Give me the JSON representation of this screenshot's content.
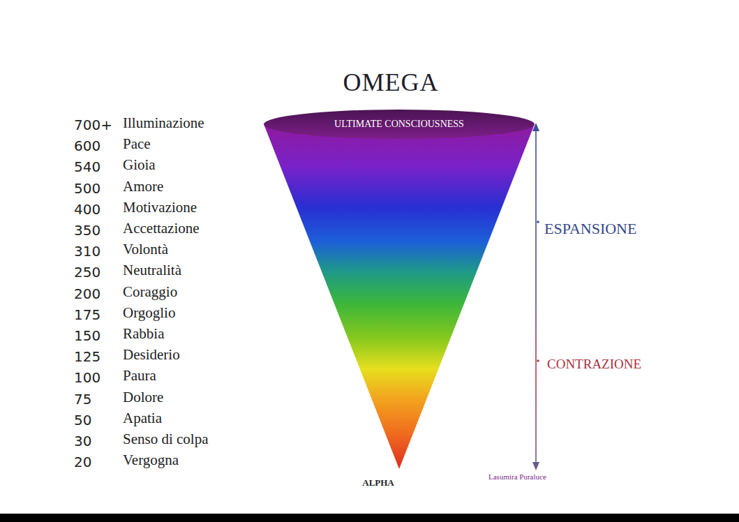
{
  "diagram": {
    "nodes": [
      {
        "text": [
          "ULTIMATE CONSCIOUSNESS"
        ]
      }
    ],
    "labels": [
      "OMEGA",
      "700+",
      "Illuminazione",
      "600",
      "Pace",
      "540",
      "Gioia",
      "500",
      "Amore",
      "400",
      "Motivazione",
      "350",
      "Accettazione",
      "310",
      "Volontà",
      "250",
      "Neutralità",
      "200",
      "Coraggio",
      "175",
      "Orgoglio",
      "150",
      "Rabbia",
      "125",
      "Desiderio",
      "100",
      "Paura",
      "75",
      "Dolore",
      "50",
      "Apatia",
      "30",
      "Senso di colpa",
      "20",
      "Vergogna",
      "ESPANSIONE",
      "CONTRAZIONE",
      "ALPHA",
      "Lasumira Puraluce"
    ]
  }
}
